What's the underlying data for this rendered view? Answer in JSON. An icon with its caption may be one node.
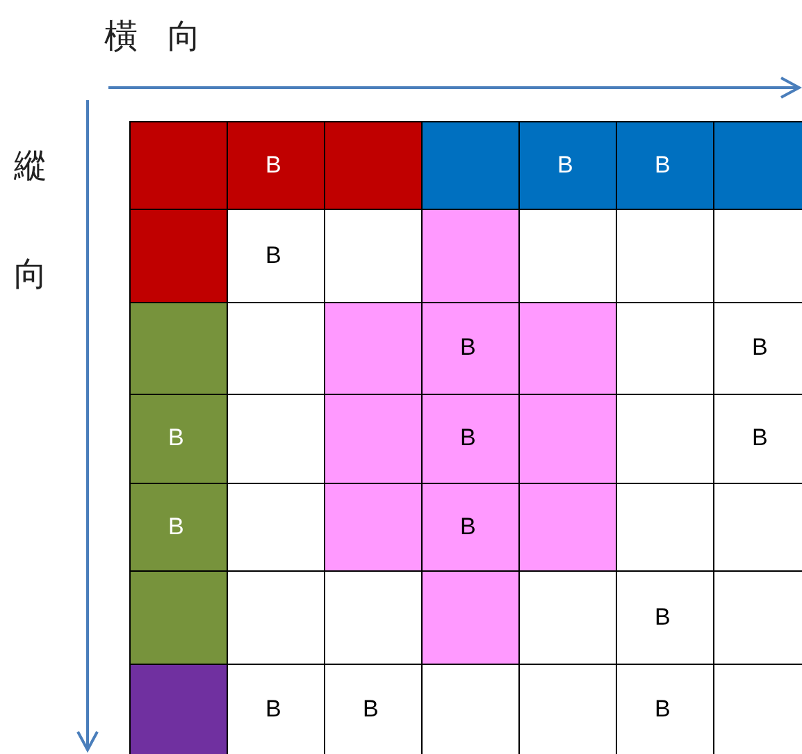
{
  "diagram": {
    "labels": [
      "橫向",
      "縱向",
      "B",
      "B",
      "B",
      "B",
      "B",
      "B",
      "B",
      "B",
      "B",
      "B",
      "B",
      "B",
      "B",
      "B",
      "B"
    ]
  }
}
